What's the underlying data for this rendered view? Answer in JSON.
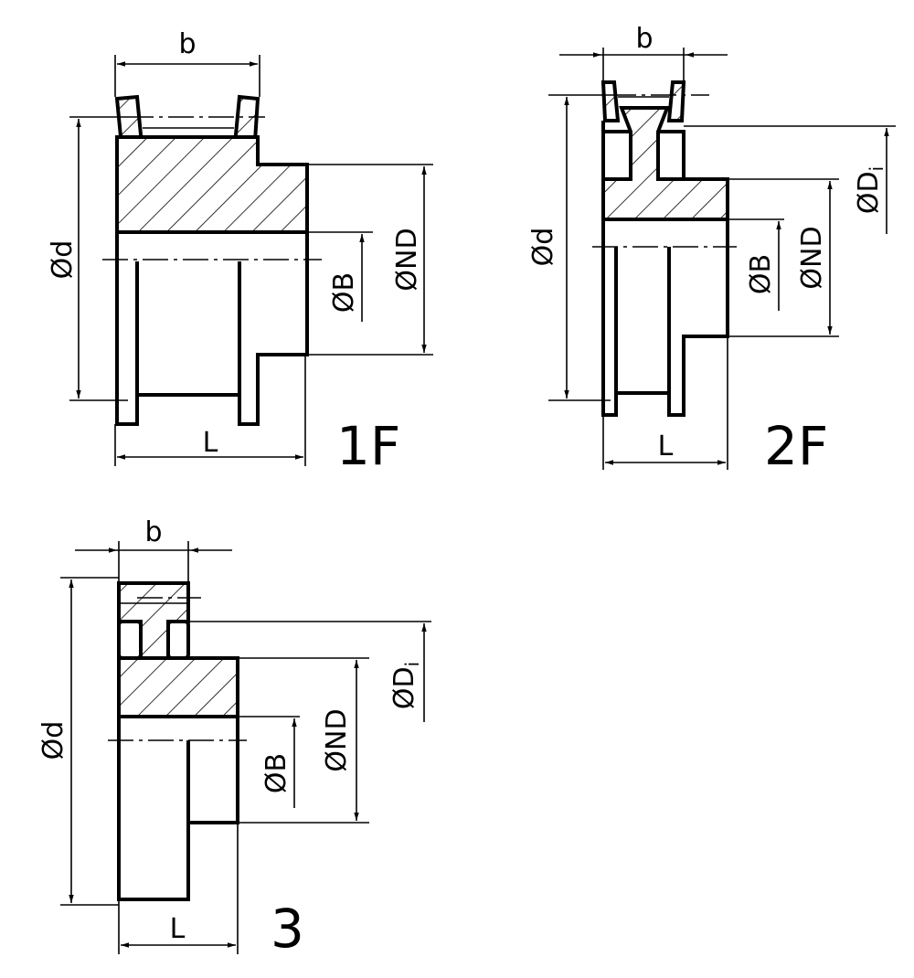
{
  "colors": {
    "line": "#000000",
    "background": "#ffffff"
  },
  "figures": [
    {
      "id": "1F",
      "type_label": "1F",
      "dims": {
        "b": "b",
        "d": "Ød",
        "B": "ØB",
        "ND": "ØND",
        "L": "L"
      }
    },
    {
      "id": "2F",
      "type_label": "2F",
      "dims": {
        "b": "b",
        "d": "Ød",
        "B": "ØB",
        "ND": "ØND",
        "Di": "ØD",
        "Di_sub": "i",
        "L": "L"
      }
    },
    {
      "id": "3",
      "type_label": "3",
      "dims": {
        "b": "b",
        "d": "Ød",
        "B": "ØB",
        "ND": "ØND",
        "Di": "ØD",
        "Di_sub": "i",
        "L": "L"
      }
    }
  ]
}
